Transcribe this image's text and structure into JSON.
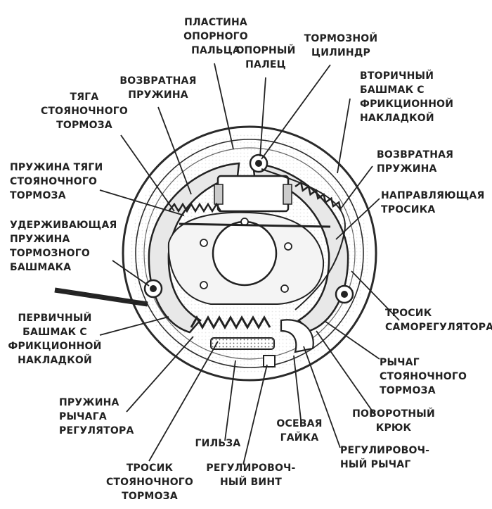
{
  "labels": {
    "anchor_plate": "ПЛАСТИНА\nОПОРНОГО\nПАЛЬЦА",
    "anchor_pin": "ОПОРНЫЙ\nПАЛЕЦ",
    "wheel_cylinder": "ТОРМОЗНОЙ\nЦИЛИНДР",
    "return_spring_top": "ВОЗВРАТНАЯ\nПРУЖИНА",
    "secondary_shoe": "ВТОРИЧНЫЙ\nБАШМАК С\nФРИКЦИОННОЙ\nНАКЛАДКОЙ",
    "parking_strut": "ТЯГА\nСТОЯНОЧНОГО\nТОРМОЗА",
    "return_spring_right": "ВОЗВРАТНАЯ\nПРУЖИНА",
    "strut_spring": "ПРУЖИНА ТЯГИ\nСТОЯНОЧНОГО\nТОРМОЗА",
    "cable_guide": "НАПРАВЛЯЮЩАЯ\nТРОСИКА",
    "hold_down_spring": "УДЕРЖИВАЮЩАЯ\nПРУЖИНА\nТОРМОЗНОГО\nБАШМАКА",
    "adjuster_cable": "ТРОСИК\nСАМОРЕГУЛЯТОРА",
    "primary_shoe": "ПЕРВИЧНЫЙ\nБАШМАК С\nФРИКЦИОННОЙ\nНАКЛАДКОЙ",
    "parking_lever": "РЫЧАГ\nСТОЯНОЧНОГО\nТОРМОЗА",
    "pivot_hook": "ПОВОРОТНЫЙ\nКРЮК",
    "lever_spring": "ПРУЖИНА\nРЫЧАГА\nРЕГУЛЯТОРА",
    "pivot_nut": "ОСЕВАЯ\nГАЙКА",
    "sleeve": "ГИЛЬЗА",
    "adjuster_lever": "РЕГУЛИРОВОЧ-\nНЫЙ РЫЧАГ",
    "parking_cable": "ТРОСИК\nСТОЯНОЧНОГО\nТОРМОЗА",
    "adjusting_screw": "РЕГУЛИРОВОЧ-\nНЫЙ ВИНТ"
  }
}
